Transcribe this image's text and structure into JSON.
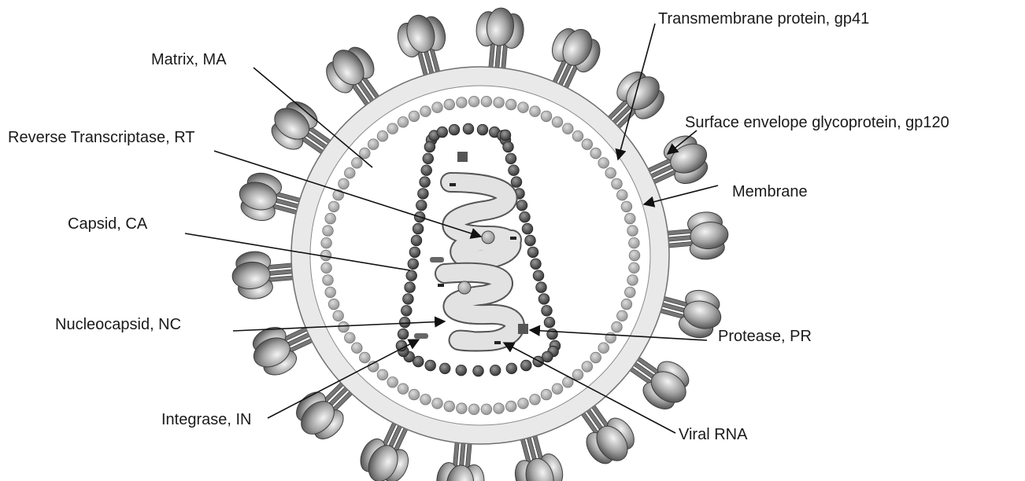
{
  "labels": {
    "transmembrane": "Transmembrane protein, gp41",
    "matrix": "Matrix, MA",
    "surface_envelope": "Surface envelope glycoprotein, gp120",
    "reverse_transcriptase": "Reverse Transcriptase, RT",
    "membrane": "Membrane",
    "capsid": "Capsid, CA",
    "nucleocapsid": "Nucleocapsid, NC",
    "protease": "Protease, PR",
    "integrase": "Integrase, IN",
    "viral_rna": "Viral RNA"
  },
  "colors": {
    "membrane_band": "#e9e9e9",
    "membrane_line": "#6f6f6f",
    "matrix_bead": "#b9b9b9",
    "capsid_bead": "#555555",
    "rna_fill": "#e2e2e2",
    "spike_cap": "#8c8c8c",
    "stalk": "#777777",
    "arrow": "#111111"
  }
}
